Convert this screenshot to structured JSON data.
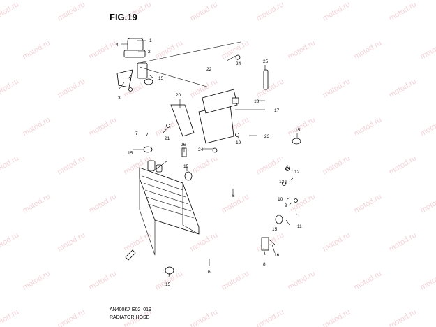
{
  "figure_title": "FIG.19",
  "drawing_code": "AN400K7 E02_019",
  "drawing_name": "RADIATOR HOSE",
  "watermark_text": "motod.ru",
  "part_labels": [
    "1",
    "2",
    "3",
    "4",
    "4",
    "5",
    "6",
    "7",
    "8",
    "9",
    "10",
    "11",
    "12",
    "13",
    "14",
    "15",
    "15",
    "15",
    "15",
    "15",
    "15",
    "16",
    "17",
    "18",
    "19",
    "20",
    "21",
    "22",
    "23",
    "24",
    "24",
    "25",
    "26"
  ],
  "colors": {
    "line": "#000000",
    "watermark": "#f2d3d8",
    "background": "#ffffff"
  }
}
